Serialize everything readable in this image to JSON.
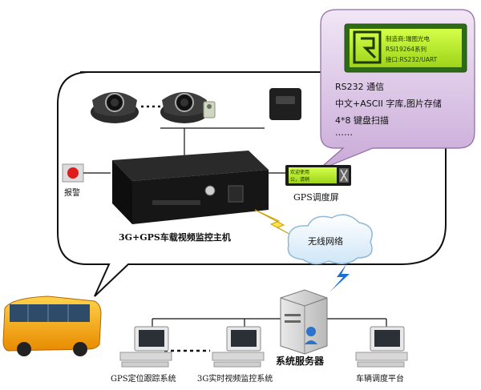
{
  "lcd_module": {
    "lines": [
      "制造商:瑞图光电",
      "RSI19264系列",
      "接口:RS232/UART"
    ]
  },
  "callout": {
    "lines": [
      "RS232 通信",
      "中文+ASCII 字库,图片存储",
      "4*8 键盘扫描",
      "……"
    ]
  },
  "dispatch_screen": {
    "label": "GPS调度屏",
    "screen_lines": [
      "欢迎使用",
      "公，请稍"
    ]
  },
  "alarm": {
    "label": "报警"
  },
  "host": {
    "label": "3G+GPS车载视频监控主机"
  },
  "network": {
    "label": "无线网络"
  },
  "server": {
    "label": "系统服务器"
  },
  "clients": [
    {
      "label": "GPS定位跟踪系统"
    },
    {
      "label": "3G实时视频监控系统"
    },
    {
      "label": "车辆调度平台"
    }
  ]
}
